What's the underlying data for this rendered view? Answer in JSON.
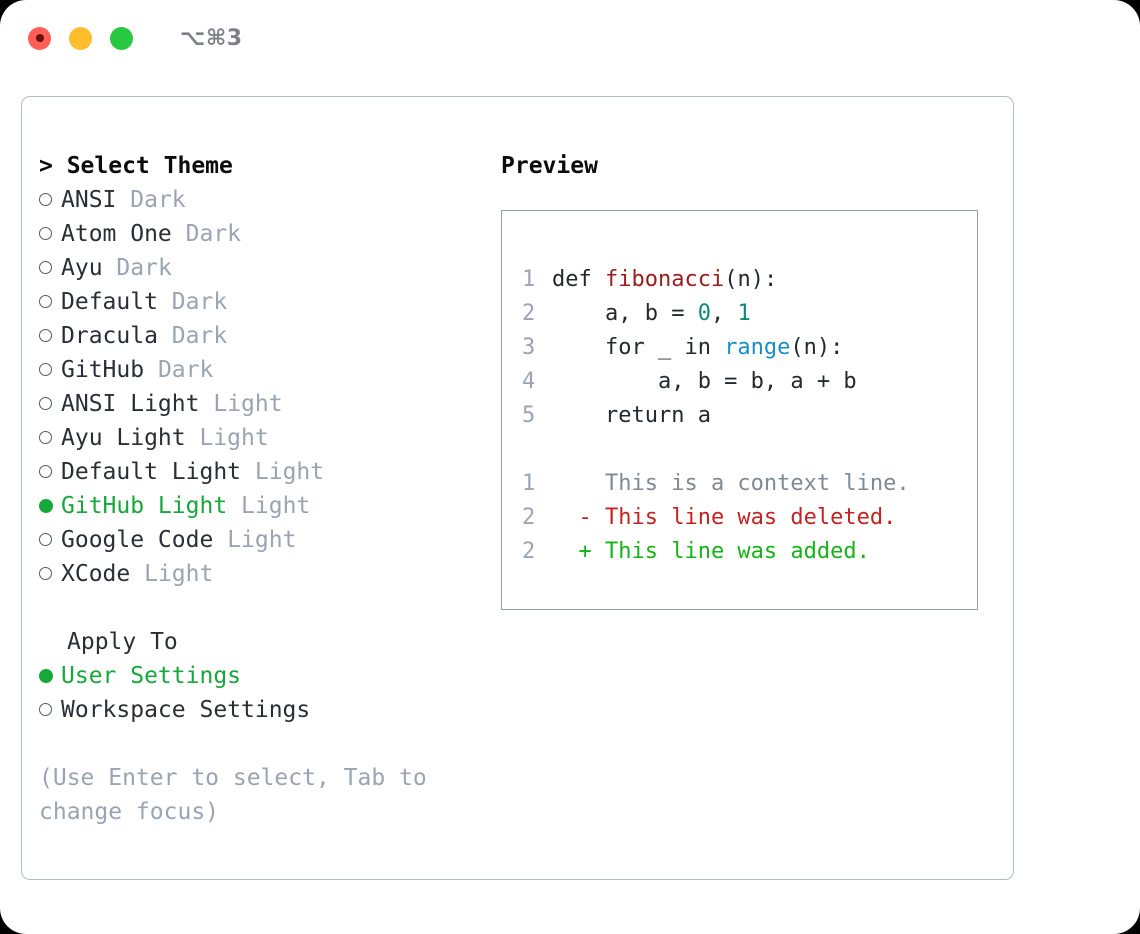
{
  "titlebar": {
    "shortcut": "⌥⌘3",
    "dots": [
      "close-red",
      "minimize-yellow",
      "maximize-green"
    ]
  },
  "left": {
    "header": "> Select Theme",
    "themes": [
      {
        "name": "ANSI",
        "tag": "Dark",
        "selected": false
      },
      {
        "name": "Atom One",
        "tag": "Dark",
        "selected": false
      },
      {
        "name": "Ayu",
        "tag": "Dark",
        "selected": false
      },
      {
        "name": "Default",
        "tag": "Dark",
        "selected": false
      },
      {
        "name": "Dracula",
        "tag": "Dark",
        "selected": false
      },
      {
        "name": "GitHub",
        "tag": "Dark",
        "selected": false
      },
      {
        "name": "ANSI Light",
        "tag": "Light",
        "selected": false
      },
      {
        "name": "Ayu Light",
        "tag": "Light",
        "selected": false
      },
      {
        "name": "Default Light",
        "tag": "Light",
        "selected": false
      },
      {
        "name": "GitHub Light",
        "tag": "Light",
        "selected": true
      },
      {
        "name": "Google Code",
        "tag": "Light",
        "selected": false
      },
      {
        "name": "XCode",
        "tag": "Light",
        "selected": false
      }
    ],
    "apply_to_header": "Apply To",
    "apply_to_options": [
      {
        "name": "User Settings",
        "selected": true
      },
      {
        "name": "Workspace Settings",
        "selected": false
      }
    ],
    "hint": "(Use Enter to select, Tab to change focus)"
  },
  "right": {
    "title": "Preview",
    "code_lines": [
      {
        "num": "1",
        "segments": [
          {
            "t": "def ",
            "c": "plain"
          },
          {
            "t": "fibonacci",
            "c": "fn"
          },
          {
            "t": "(n):",
            "c": "plain"
          }
        ]
      },
      {
        "num": "2",
        "segments": [
          {
            "t": "    a, b = ",
            "c": "plain"
          },
          {
            "t": "0",
            "c": "num"
          },
          {
            "t": ", ",
            "c": "plain"
          },
          {
            "t": "1",
            "c": "num"
          }
        ]
      },
      {
        "num": "3",
        "segments": [
          {
            "t": "    for _ in ",
            "c": "plain"
          },
          {
            "t": "range",
            "c": "call"
          },
          {
            "t": "(n):",
            "c": "plain"
          }
        ]
      },
      {
        "num": "4",
        "segments": [
          {
            "t": "        a, b = b, a + b",
            "c": "plain"
          }
        ]
      },
      {
        "num": "5",
        "segments": [
          {
            "t": "    return a",
            "c": "plain"
          }
        ]
      }
    ],
    "diff_lines": [
      {
        "num": "1",
        "marker": "  ",
        "text": "This is a context line.",
        "kind": "ctx"
      },
      {
        "num": "2",
        "marker": "- ",
        "text": "This line was deleted.",
        "kind": "del"
      },
      {
        "num": "2",
        "marker": "+ ",
        "text": "This line was added.",
        "kind": "add"
      }
    ]
  },
  "colors": {
    "accent_green": "#17a83c",
    "muted_gray": "#9aa4b2",
    "text": "#2b2f35",
    "diff_add": "#16b416",
    "diff_del": "#c52222",
    "syntax_function": "#9b1c1c",
    "syntax_number": "#0d8a7a",
    "syntax_builtin": "#1a8fc4"
  }
}
